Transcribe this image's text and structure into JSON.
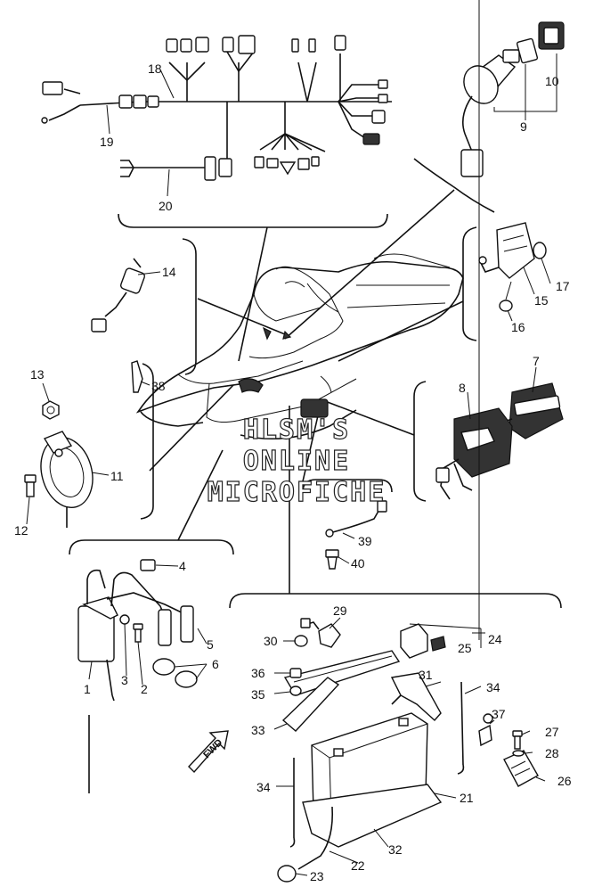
{
  "labels": {
    "l1": "1",
    "l2": "2",
    "l3": "3",
    "l4": "4",
    "l5": "5",
    "l6": "6",
    "l7": "7",
    "l8": "8",
    "l9": "9",
    "l10": "10",
    "l11": "11",
    "l12": "12",
    "l13": "13",
    "l14": "14",
    "l15": "15",
    "l16": "16",
    "l17": "17",
    "l18": "18",
    "l19": "19",
    "l20": "20",
    "l21": "21",
    "l22": "22",
    "l23": "23",
    "l24": "24",
    "l25": "25",
    "l26": "26",
    "l27": "27",
    "l28": "28",
    "l29": "29",
    "l30": "30",
    "l31": "31",
    "l32": "32",
    "l33": "33",
    "l34a": "34",
    "l34b": "34",
    "l35": "35",
    "l36": "36",
    "l37": "37",
    "l38": "38",
    "l39": "39",
    "l40": "40"
  },
  "watermark": {
    "line1": "HLSM'S",
    "line2": "ONLINE",
    "line3": "MICROFICHE"
  },
  "fwd_label": "FWD"
}
